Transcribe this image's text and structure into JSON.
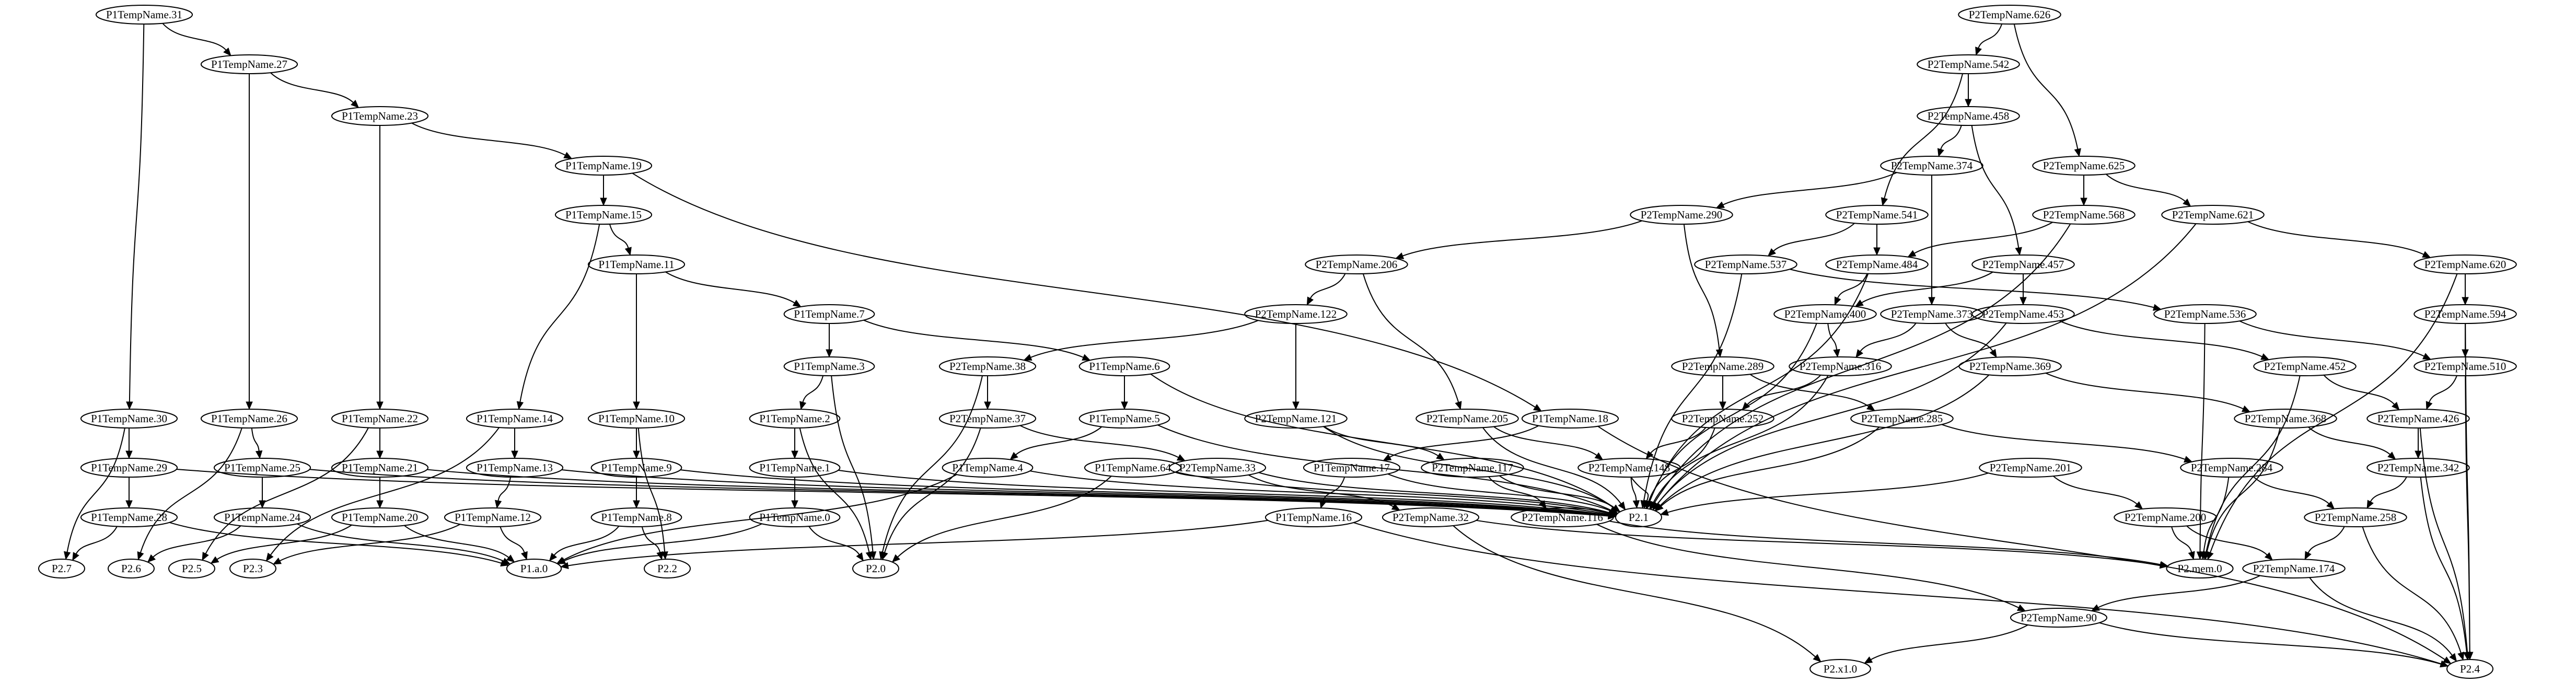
{
  "diagram": {
    "type": "directed-graph",
    "nodes": [
      {
        "id": "P1TempName.31"
      },
      {
        "id": "P1TempName.27"
      },
      {
        "id": "P1TempName.23"
      },
      {
        "id": "P1TempName.19"
      },
      {
        "id": "P1TempName.15"
      },
      {
        "id": "P1TempName.11"
      },
      {
        "id": "P1TempName.7"
      },
      {
        "id": "P1TempName.3"
      },
      {
        "id": "P1TempName.6"
      },
      {
        "id": "P1TempName.30"
      },
      {
        "id": "P1TempName.26"
      },
      {
        "id": "P1TempName.22"
      },
      {
        "id": "P1TempName.14"
      },
      {
        "id": "P1TempName.10"
      },
      {
        "id": "P1TempName.2"
      },
      {
        "id": "P1TempName.5"
      },
      {
        "id": "P1TempName.18"
      },
      {
        "id": "P1TempName.29"
      },
      {
        "id": "P1TempName.25"
      },
      {
        "id": "P1TempName.21"
      },
      {
        "id": "P1TempName.13"
      },
      {
        "id": "P1TempName.9"
      },
      {
        "id": "P1TempName.1"
      },
      {
        "id": "P1TempName.4"
      },
      {
        "id": "P1TempName.17"
      },
      {
        "id": "P1TempName.28"
      },
      {
        "id": "P1TempName.24"
      },
      {
        "id": "P1TempName.20"
      },
      {
        "id": "P1TempName.12"
      },
      {
        "id": "P1TempName.8"
      },
      {
        "id": "P1TempName.0"
      },
      {
        "id": "P1TempName.16"
      },
      {
        "id": "P2.7"
      },
      {
        "id": "P2.6"
      },
      {
        "id": "P2.5"
      },
      {
        "id": "P2.3"
      },
      {
        "id": "P1.a.0"
      },
      {
        "id": "P2.2"
      },
      {
        "id": "P2.0"
      },
      {
        "id": "P2.1"
      },
      {
        "id": "P2.mem.0"
      },
      {
        "id": "P2.4"
      },
      {
        "id": "P2.x1.0"
      },
      {
        "id": "P2TempName.626"
      },
      {
        "id": "P2TempName.542"
      },
      {
        "id": "P2TempName.458"
      },
      {
        "id": "P2TempName.374"
      },
      {
        "id": "P2TempName.625"
      },
      {
        "id": "P2TempName.290"
      },
      {
        "id": "P2TempName.541"
      },
      {
        "id": "P2TempName.568"
      },
      {
        "id": "P2TempName.621"
      },
      {
        "id": "P2TempName.206"
      },
      {
        "id": "P2TempName.537"
      },
      {
        "id": "P2TempName.484"
      },
      {
        "id": "P2TempName.457"
      },
      {
        "id": "P2TempName.620"
      },
      {
        "id": "P2TempName.122"
      },
      {
        "id": "P2TempName.400"
      },
      {
        "id": "P2TempName.373"
      },
      {
        "id": "P2TempName.453"
      },
      {
        "id": "P2TempName.536"
      },
      {
        "id": "P2TempName.594"
      },
      {
        "id": "P2TempName.38"
      },
      {
        "id": "P2TempName.316"
      },
      {
        "id": "P2TempName.369"
      },
      {
        "id": "P2TempName.452"
      },
      {
        "id": "P2TempName.510"
      },
      {
        "id": "P2TempName.37"
      },
      {
        "id": "P2TempName.121"
      },
      {
        "id": "P2TempName.205"
      },
      {
        "id": "P2TempName.289"
      },
      {
        "id": "P2TempName.252"
      },
      {
        "id": "P2TempName.285"
      },
      {
        "id": "P2TempName.368"
      },
      {
        "id": "P2TempName.426"
      },
      {
        "id": "P1TempName.64"
      },
      {
        "id": "P2TempName.33"
      },
      {
        "id": "P2TempName.117"
      },
      {
        "id": "P2TempName.148"
      },
      {
        "id": "P2TempName.201"
      },
      {
        "id": "P2TempName.284"
      },
      {
        "id": "P2TempName.342"
      },
      {
        "id": "P2TempName.32"
      },
      {
        "id": "P2TempName.116"
      },
      {
        "id": "P2TempName.200"
      },
      {
        "id": "P2TempName.258"
      },
      {
        "id": "P2TempName.174"
      },
      {
        "id": "P2TempName.90"
      }
    ],
    "edges": [
      [
        "P1TempName.31",
        "P1TempName.27"
      ],
      [
        "P1TempName.31",
        "P1TempName.30"
      ],
      [
        "P1TempName.27",
        "P1TempName.23"
      ],
      [
        "P1TempName.27",
        "P1TempName.26"
      ],
      [
        "P1TempName.23",
        "P1TempName.19"
      ],
      [
        "P1TempName.23",
        "P1TempName.22"
      ],
      [
        "P1TempName.19",
        "P1TempName.15"
      ],
      [
        "P1TempName.19",
        "P1TempName.18"
      ],
      [
        "P1TempName.15",
        "P1TempName.11"
      ],
      [
        "P1TempName.15",
        "P1TempName.14"
      ],
      [
        "P1TempName.11",
        "P1TempName.7"
      ],
      [
        "P1TempName.11",
        "P1TempName.10"
      ],
      [
        "P1TempName.7",
        "P1TempName.3"
      ],
      [
        "P1TempName.7",
        "P1TempName.6"
      ],
      [
        "P1TempName.3",
        "P1TempName.2"
      ],
      [
        "P1TempName.3",
        "P2.0"
      ],
      [
        "P1TempName.6",
        "P1TempName.5"
      ],
      [
        "P1TempName.6",
        "P2.1"
      ],
      [
        "P1TempName.30",
        "P1TempName.29"
      ],
      [
        "P1TempName.30",
        "P2.7"
      ],
      [
        "P1TempName.26",
        "P1TempName.25"
      ],
      [
        "P1TempName.26",
        "P2.6"
      ],
      [
        "P1TempName.22",
        "P1TempName.21"
      ],
      [
        "P1TempName.22",
        "P2.5"
      ],
      [
        "P1TempName.14",
        "P1TempName.13"
      ],
      [
        "P1TempName.14",
        "P2.3"
      ],
      [
        "P1TempName.10",
        "P1TempName.9"
      ],
      [
        "P1TempName.10",
        "P2.2"
      ],
      [
        "P1TempName.2",
        "P1TempName.1"
      ],
      [
        "P1TempName.2",
        "P2.0"
      ],
      [
        "P1TempName.5",
        "P1TempName.4"
      ],
      [
        "P1TempName.5",
        "P2.1"
      ],
      [
        "P1TempName.18",
        "P1TempName.17"
      ],
      [
        "P1TempName.18",
        "P2.4"
      ],
      [
        "P1TempName.29",
        "P1TempName.28"
      ],
      [
        "P1TempName.29",
        "P2.1"
      ],
      [
        "P1TempName.25",
        "P1TempName.24"
      ],
      [
        "P1TempName.25",
        "P2.1"
      ],
      [
        "P1TempName.21",
        "P1TempName.20"
      ],
      [
        "P1TempName.21",
        "P2.1"
      ],
      [
        "P1TempName.13",
        "P1TempName.12"
      ],
      [
        "P1TempName.13",
        "P2.1"
      ],
      [
        "P1TempName.9",
        "P1TempName.8"
      ],
      [
        "P1TempName.9",
        "P2.1"
      ],
      [
        "P1TempName.1",
        "P1TempName.0"
      ],
      [
        "P1TempName.1",
        "P2.1"
      ],
      [
        "P1TempName.4",
        "P1.a.0"
      ],
      [
        "P1TempName.4",
        "P2.1"
      ],
      [
        "P1TempName.17",
        "P1TempName.16"
      ],
      [
        "P1TempName.17",
        "P2.1"
      ],
      [
        "P1TempName.28",
        "P2.7"
      ],
      [
        "P1TempName.28",
        "P1.a.0"
      ],
      [
        "P1TempName.24",
        "P2.6"
      ],
      [
        "P1TempName.24",
        "P1.a.0"
      ],
      [
        "P1TempName.20",
        "P2.5"
      ],
      [
        "P1TempName.20",
        "P1.a.0"
      ],
      [
        "P1TempName.12",
        "P2.3"
      ],
      [
        "P1TempName.12",
        "P1.a.0"
      ],
      [
        "P1TempName.8",
        "P2.2"
      ],
      [
        "P1TempName.8",
        "P1.a.0"
      ],
      [
        "P1TempName.0",
        "P2.0"
      ],
      [
        "P1TempName.0",
        "P1.a.0"
      ],
      [
        "P1TempName.16",
        "P1.a.0"
      ],
      [
        "P1TempName.16",
        "P2.4"
      ],
      [
        "P2TempName.626",
        "P2TempName.542"
      ],
      [
        "P2TempName.626",
        "P2TempName.625"
      ],
      [
        "P2TempName.542",
        "P2TempName.458"
      ],
      [
        "P2TempName.542",
        "P2TempName.541"
      ],
      [
        "P2TempName.458",
        "P2TempName.374"
      ],
      [
        "P2TempName.458",
        "P2TempName.457"
      ],
      [
        "P2TempName.374",
        "P2TempName.290"
      ],
      [
        "P2TempName.374",
        "P2TempName.373"
      ],
      [
        "P2TempName.625",
        "P2TempName.568"
      ],
      [
        "P2TempName.625",
        "P2TempName.621"
      ],
      [
        "P2TempName.290",
        "P2TempName.206"
      ],
      [
        "P2TempName.290",
        "P2TempName.289"
      ],
      [
        "P2TempName.541",
        "P2TempName.537"
      ],
      [
        "P2TempName.541",
        "P2TempName.484"
      ],
      [
        "P2TempName.568",
        "P2TempName.484"
      ],
      [
        "P2TempName.568",
        "P2.1"
      ],
      [
        "P2TempName.621",
        "P2TempName.620"
      ],
      [
        "P2TempName.621",
        "P2.1"
      ],
      [
        "P2TempName.206",
        "P2TempName.122"
      ],
      [
        "P2TempName.206",
        "P2TempName.205"
      ],
      [
        "P2TempName.537",
        "P2TempName.536"
      ],
      [
        "P2TempName.537",
        "P2.1"
      ],
      [
        "P2TempName.484",
        "P2TempName.400"
      ],
      [
        "P2TempName.484",
        "P2.1"
      ],
      [
        "P2TempName.457",
        "P2TempName.400"
      ],
      [
        "P2TempName.457",
        "P2TempName.453"
      ],
      [
        "P2TempName.620",
        "P2TempName.594"
      ],
      [
        "P2TempName.620",
        "P2.mem.0"
      ],
      [
        "P2TempName.122",
        "P2TempName.38"
      ],
      [
        "P2TempName.122",
        "P2TempName.121"
      ],
      [
        "P2TempName.400",
        "P2TempName.316"
      ],
      [
        "P2TempName.400",
        "P2.1"
      ],
      [
        "P2TempName.373",
        "P2TempName.316"
      ],
      [
        "P2TempName.373",
        "P2TempName.369"
      ],
      [
        "P2TempName.453",
        "P2TempName.452"
      ],
      [
        "P2TempName.453",
        "P2.1"
      ],
      [
        "P2TempName.536",
        "P2TempName.510"
      ],
      [
        "P2TempName.536",
        "P2.mem.0"
      ],
      [
        "P2TempName.594",
        "P2TempName.510"
      ],
      [
        "P2TempName.594",
        "P2.4"
      ],
      [
        "P2TempName.38",
        "P2TempName.37"
      ],
      [
        "P2TempName.38",
        "P2.0"
      ],
      [
        "P2TempName.316",
        "P2TempName.252"
      ],
      [
        "P2TempName.316",
        "P2.1"
      ],
      [
        "P2TempName.369",
        "P2TempName.368"
      ],
      [
        "P2TempName.369",
        "P2.1"
      ],
      [
        "P2TempName.452",
        "P2TempName.426"
      ],
      [
        "P2TempName.452",
        "P2.mem.0"
      ],
      [
        "P2TempName.510",
        "P2TempName.426"
      ],
      [
        "P2TempName.510",
        "P2.4"
      ],
      [
        "P2TempName.37",
        "P2TempName.33"
      ],
      [
        "P2TempName.37",
        "P2.0"
      ],
      [
        "P2TempName.121",
        "P2TempName.117"
      ],
      [
        "P2TempName.121",
        "P2.1"
      ],
      [
        "P2TempName.205",
        "P2TempName.148"
      ],
      [
        "P2TempName.205",
        "P2.1"
      ],
      [
        "P2TempName.289",
        "P2TempName.252"
      ],
      [
        "P2TempName.289",
        "P2TempName.285"
      ],
      [
        "P2TempName.252",
        "P2TempName.148"
      ],
      [
        "P2TempName.252",
        "P2.1"
      ],
      [
        "P2TempName.285",
        "P2TempName.284"
      ],
      [
        "P2TempName.285",
        "P2.1"
      ],
      [
        "P2TempName.368",
        "P2TempName.342"
      ],
      [
        "P2TempName.368",
        "P2.mem.0"
      ],
      [
        "P2TempName.426",
        "P2TempName.342"
      ],
      [
        "P2TempName.426",
        "P2.4"
      ],
      [
        "P1TempName.64",
        "P2.0"
      ],
      [
        "P1TempName.64",
        "P2.1"
      ],
      [
        "P2TempName.33",
        "P2TempName.32"
      ],
      [
        "P2TempName.33",
        "P2.1"
      ],
      [
        "P2TempName.117",
        "P2TempName.116"
      ],
      [
        "P2TempName.117",
        "P2.1"
      ],
      [
        "P2TempName.148",
        "P2.1"
      ],
      [
        "P2TempName.148",
        "P2.1"
      ],
      [
        "P2TempName.201",
        "P2TempName.200"
      ],
      [
        "P2TempName.201",
        "P2.1"
      ],
      [
        "P2TempName.284",
        "P2TempName.258"
      ],
      [
        "P2TempName.284",
        "P2.mem.0"
      ],
      [
        "P2TempName.342",
        "P2TempName.258"
      ],
      [
        "P2TempName.342",
        "P2.4"
      ],
      [
        "P2TempName.32",
        "P2.mem.0"
      ],
      [
        "P2TempName.32",
        "P2.x1.0"
      ],
      [
        "P2TempName.116",
        "P2.mem.0"
      ],
      [
        "P2TempName.116",
        "P2TempName.90"
      ],
      [
        "P2TempName.200",
        "P2.mem.0"
      ],
      [
        "P2TempName.200",
        "P2TempName.174"
      ],
      [
        "P2TempName.258",
        "P2TempName.174"
      ],
      [
        "P2TempName.258",
        "P2.4"
      ],
      [
        "P2TempName.174",
        "P2TempName.90"
      ],
      [
        "P2TempName.174",
        "P2.4"
      ],
      [
        "P2TempName.90",
        "P2.x1.0"
      ],
      [
        "P2TempName.90",
        "P2.4"
      ]
    ]
  }
}
